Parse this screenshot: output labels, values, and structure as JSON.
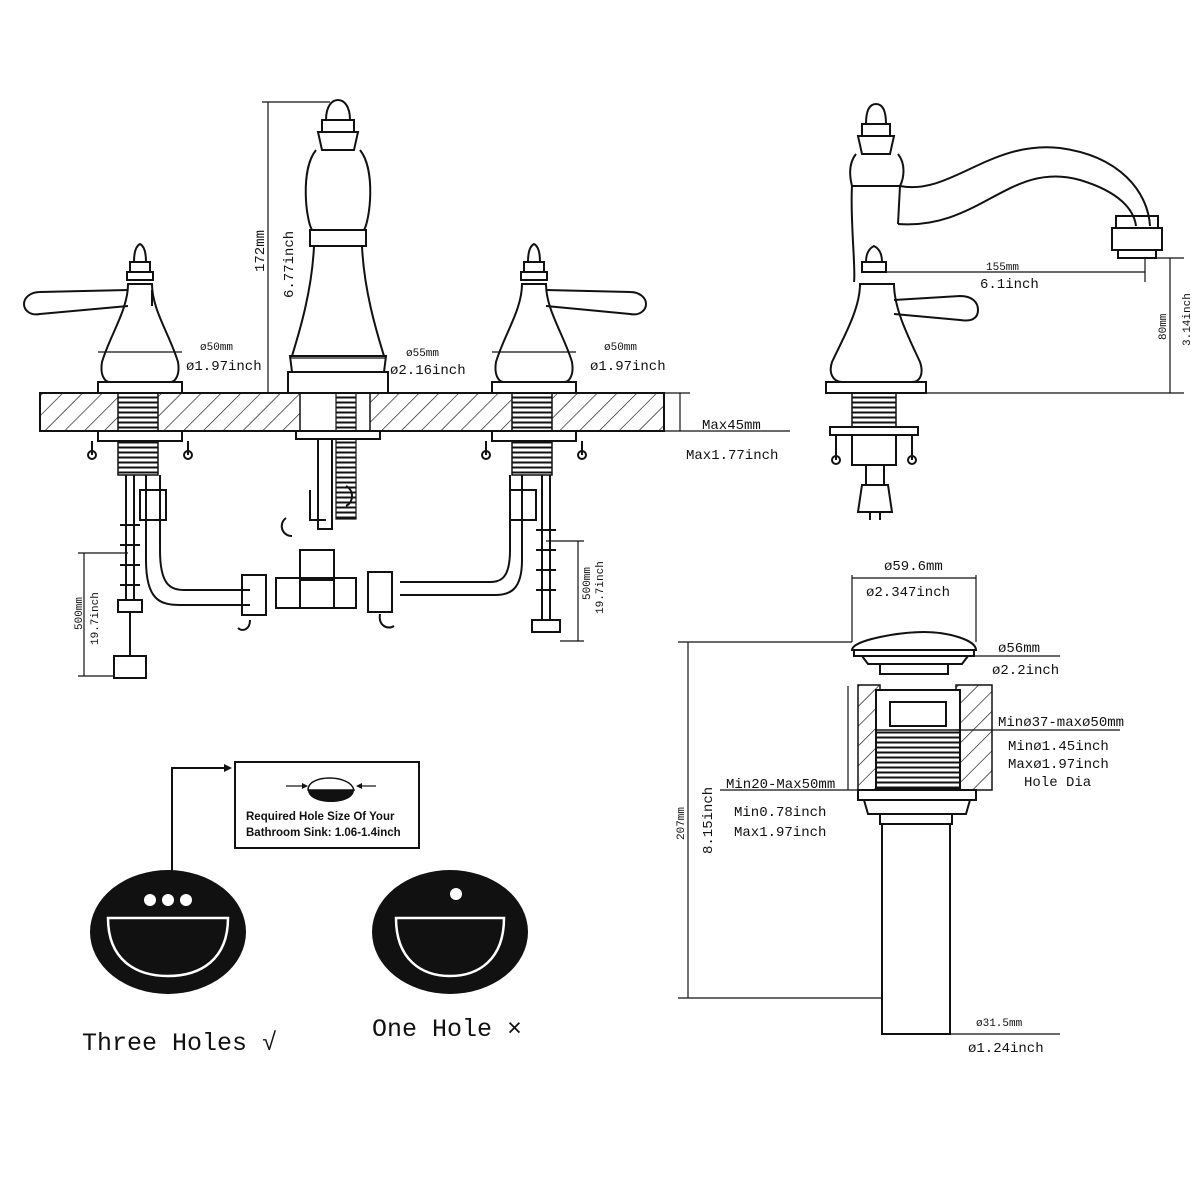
{
  "front_view": {
    "height_mm": "172mm",
    "height_inch": "6.77inch",
    "left_handle_dia_mm": "ø50mm",
    "left_handle_dia_inch": "ø1.97inch",
    "spout_base_dia_mm": "ø55mm",
    "spout_base_dia_inch": "ø2.16inch",
    "right_handle_dia_mm": "ø50mm",
    "right_handle_dia_inch": "ø1.97inch",
    "deck_max_mm": "Max45mm",
    "deck_max_inch": "Max1.77inch",
    "left_hose_mm": "500mm",
    "left_hose_inch": "19.7inch",
    "right_hose_mm": "500mm",
    "right_hose_inch": "19.7inch"
  },
  "side_view": {
    "reach_mm": "155mm",
    "reach_inch": "6.1inch",
    "spout_height_mm": "80mm",
    "spout_height_inch": "3.14inch"
  },
  "drain": {
    "cap_dia_mm": "ø59.6mm",
    "cap_dia_inch": "ø2.347inch",
    "flange_dia_mm": "ø56mm",
    "flange_dia_inch": "ø2.2inch",
    "hole_range_mm": "Minø37-maxø50mm",
    "hole_min_inch": "Minø1.45inch",
    "hole_max_inch": "Maxø1.97inch",
    "hole_label": "Hole Dia",
    "thickness_range_mm": "Min20-Max50mm",
    "thickness_min_inch": "Min0.78inch",
    "thickness_max_inch": "Max1.97inch",
    "length_mm": "207mm",
    "length_inch": "8.15inch",
    "tail_dia_mm": "ø31.5mm",
    "tail_dia_inch": "ø1.24inch"
  },
  "sinks": {
    "hole_note_line1": "Required Hole Size Of Your",
    "hole_note_line2": "Bathroom Sink: 1.06-1.4inch",
    "three_holes_label": "Three Holes √",
    "one_hole_label": "One Hole ×"
  }
}
